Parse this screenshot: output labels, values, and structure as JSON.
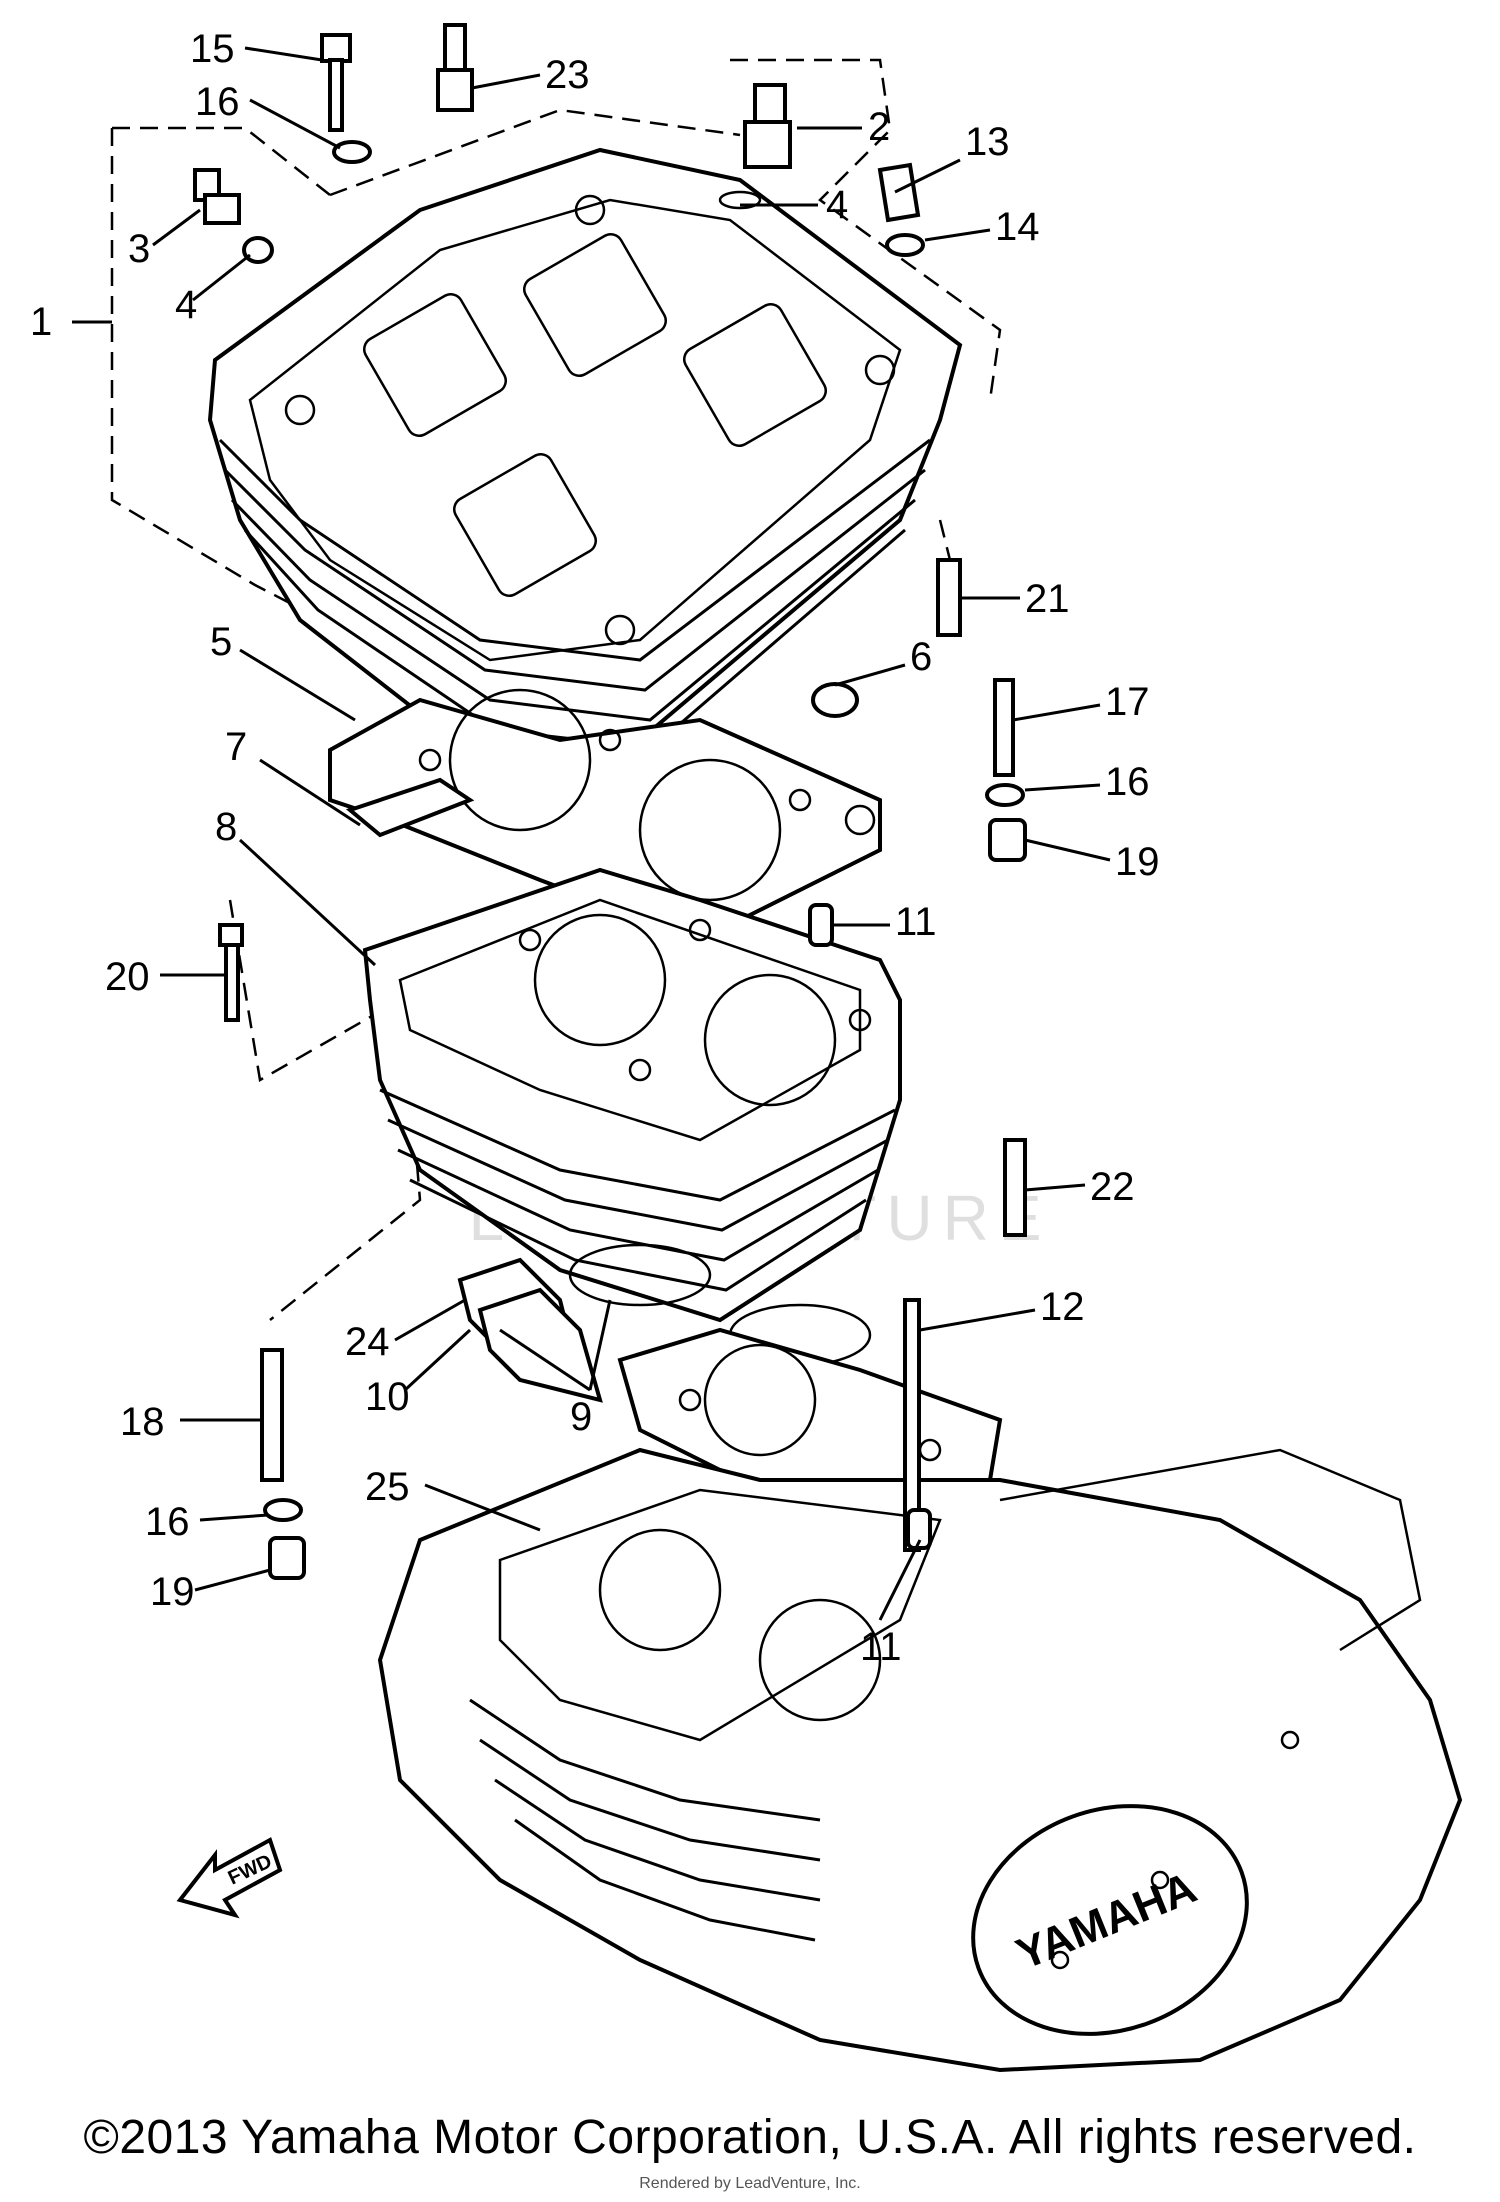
{
  "diagram": {
    "callouts": [
      "1",
      "2",
      "3",
      "4",
      "4",
      "5",
      "6",
      "7",
      "8",
      "9",
      "10",
      "11",
      "11",
      "12",
      "13",
      "14",
      "15",
      "16",
      "16",
      "16",
      "17",
      "18",
      "19",
      "19",
      "20",
      "21",
      "22",
      "23",
      "24",
      "25"
    ],
    "fwd_label": "FWD",
    "cover_logo": "YAMAHA",
    "watermark": "LEADVENTURE"
  },
  "footer": {
    "copyright": "©2013 Yamaha Motor Corporation, U.S.A. All rights reserved.",
    "rendered_by": "Rendered by LeadVenture, Inc."
  }
}
